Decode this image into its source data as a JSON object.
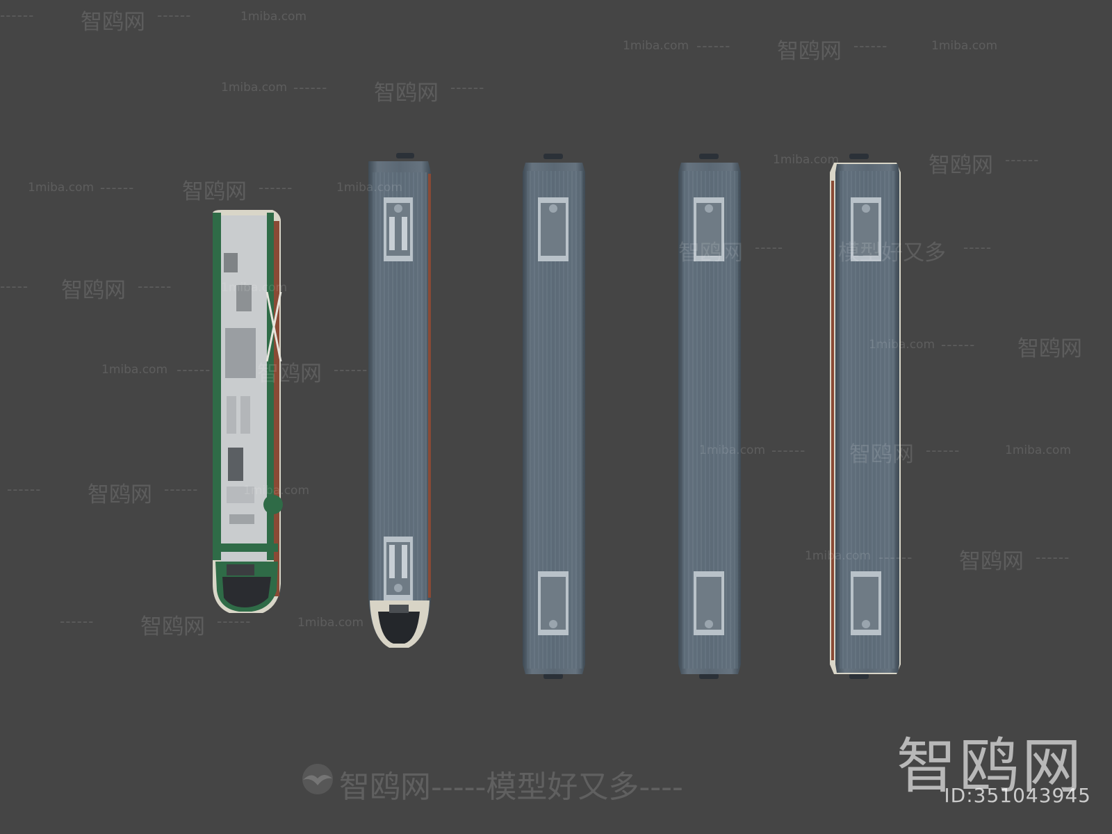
{
  "watermark": {
    "site": "1miba.com",
    "brand": "智鸥网",
    "slogan": "模型好又多",
    "dash6": "------",
    "dash5": "-----",
    "dash4": "----"
  },
  "logo": {
    "text": "智鸥网",
    "id_label": "ID:351043945"
  },
  "colors": {
    "background": "#454545",
    "car_roof": "#5c6b78",
    "cab_green": "#2f6b47",
    "cab_cream": "#d9d6c8"
  },
  "icons": {
    "logo": "seagull-icon"
  }
}
